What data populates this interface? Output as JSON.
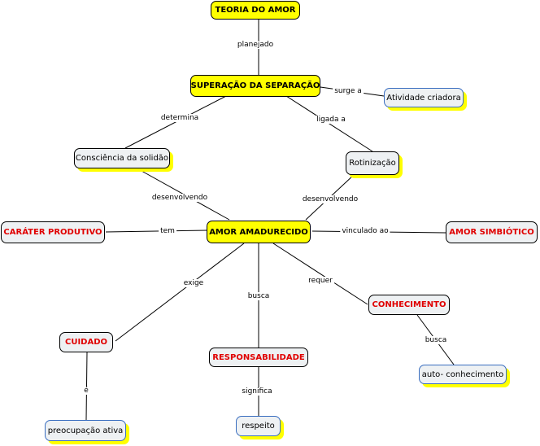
{
  "concept_map": {
    "nodes": {
      "teoria": "TEORIA DO AMOR",
      "superacao": "SUPERAÇÃO DA SEPARAÇÃO",
      "atividade": "Atividade criadora",
      "consciencia": "Consciência da solidão",
      "rotinizacao": "Rotinização",
      "carater": "CARÁTER PRODUTIVO",
      "amor": "AMOR AMADURECIDO",
      "simbiotico": "AMOR SIMBIÓTICO",
      "conhecimento": "CONHECIMENTO",
      "cuidado": "CUIDADO",
      "responsabilidade": "RESPONSABILIDADE",
      "autoconhecimento": "auto- conhecimento",
      "preocupacao": "preocupação ativa",
      "respeito": "respeito"
    },
    "links": {
      "planejado": "planejado",
      "surge_a": "surge a",
      "determina": "determina",
      "ligada_a": "ligada a",
      "desenvolvendo_left": "desenvolvendo",
      "desenvolvendo_right": "desenvolvendo",
      "tem": "tem",
      "vinculado_ao": "vinculado ao",
      "exige": "exige",
      "busca_center": "busca",
      "requer": "requer",
      "busca_right": "busca",
      "e": "é",
      "significa": "significa"
    }
  }
}
